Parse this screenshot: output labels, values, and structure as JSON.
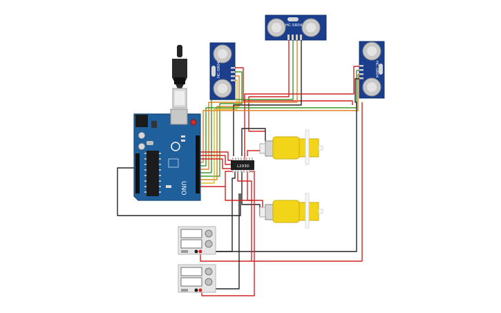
{
  "arduino": {
    "model_text": "UNO",
    "colors": {
      "board": "#1f5f9c",
      "board_edge": "#174a7a"
    }
  },
  "sensors": [
    {
      "id": "sensor-top",
      "label": "HC-SR04"
    },
    {
      "id": "sensor-left",
      "label": "HC-SR04"
    },
    {
      "id": "sensor-right",
      "label": "HC-SR04"
    }
  ],
  "driver": {
    "label": "L293D"
  },
  "motors": [
    {
      "id": "motor-top",
      "color": "#f2d519"
    },
    {
      "id": "motor-bottom",
      "color": "#f2d519"
    }
  ],
  "power_supplies": [
    {
      "id": "power-supply-1"
    },
    {
      "id": "power-supply-2"
    }
  ],
  "wire_colors": {
    "red": "#d42121",
    "black": "#222222",
    "green": "#3a9a2a",
    "orange": "#e0821e",
    "yellow": "#e2b91d"
  }
}
